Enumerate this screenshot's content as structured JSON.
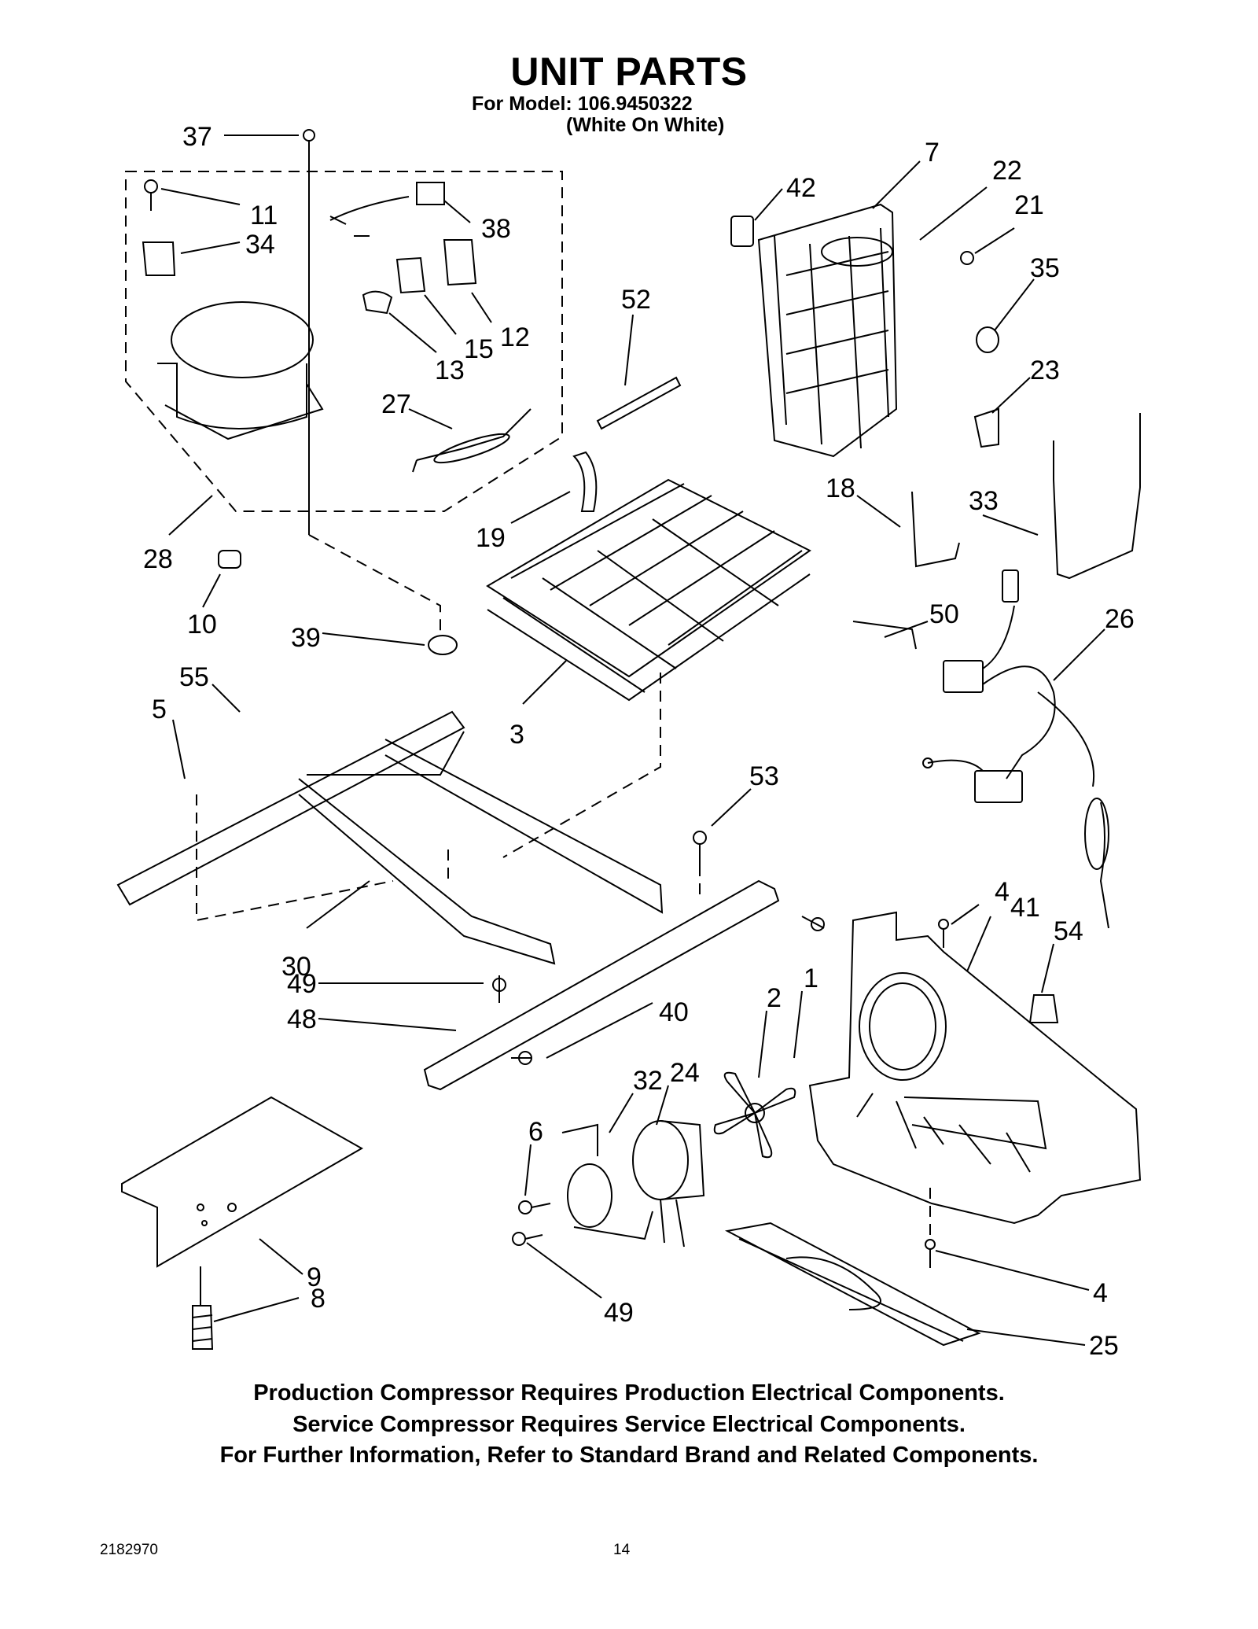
{
  "header": {
    "title": "UNIT PARTS",
    "model_line": "For Model: 106.9450322",
    "color_line": "(White On White)"
  },
  "callouts": [
    "37",
    "11",
    "34",
    "38",
    "12",
    "15",
    "13",
    "27",
    "28",
    "10",
    "39",
    "55",
    "5",
    "30",
    "49",
    "48",
    "40",
    "7",
    "42",
    "22",
    "21",
    "35",
    "52",
    "23",
    "19",
    "18",
    "33",
    "3",
    "50",
    "26",
    "53",
    "4",
    "41",
    "54",
    "2",
    "1",
    "32",
    "24",
    "6",
    "49",
    "9",
    "8",
    "4",
    "25"
  ],
  "notes": [
    "Production Compressor Requires Production Electrical Components.",
    "Service Compressor Requires Service Electrical Components.",
    "For Further Information, Refer to Standard Brand and Related Components."
  ],
  "footer": {
    "doc_number": "2182970",
    "page_number": "14"
  }
}
